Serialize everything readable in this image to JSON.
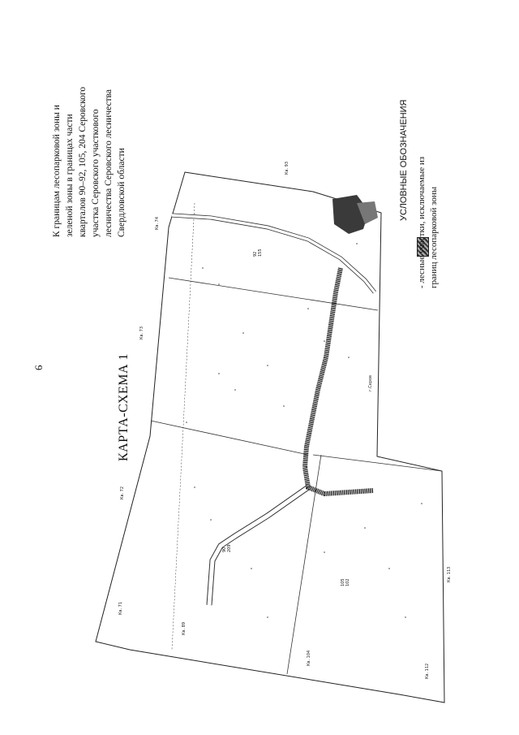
{
  "page_number": "6",
  "header": {
    "lines": [
      "К границам лесопарковой зоны и",
      "зеленой зоны в границах части",
      "кварталов 90–92, 105, 204 Серовского",
      "участка Серовского участкового",
      "лесничества Серовского лесничества",
      "Свердловской области"
    ]
  },
  "map_title": "КАРТА-СХЕМА 1",
  "legend": {
    "title": "УСЛОВНЫЕ ОБОЗНАЧЕНИЯ",
    "item_lines": [
      "- лесные участки, исключаемые из",
      "границ лесопарковой зоны"
    ],
    "swatch_icon": "hatched-area-icon"
  },
  "map": {
    "neighbor_quarters": [
      "Кв. 93",
      "Кв. 74",
      "Кв. 73",
      "Кв. 72",
      "Кв. 71",
      "Кв. 89",
      "Кв. 104",
      "Кв. 112",
      "Кв. 113"
    ],
    "town_label": "г.Серов",
    "quarter_labels": [
      "92",
      "155",
      "105",
      "102",
      "90",
      "209"
    ]
  }
}
